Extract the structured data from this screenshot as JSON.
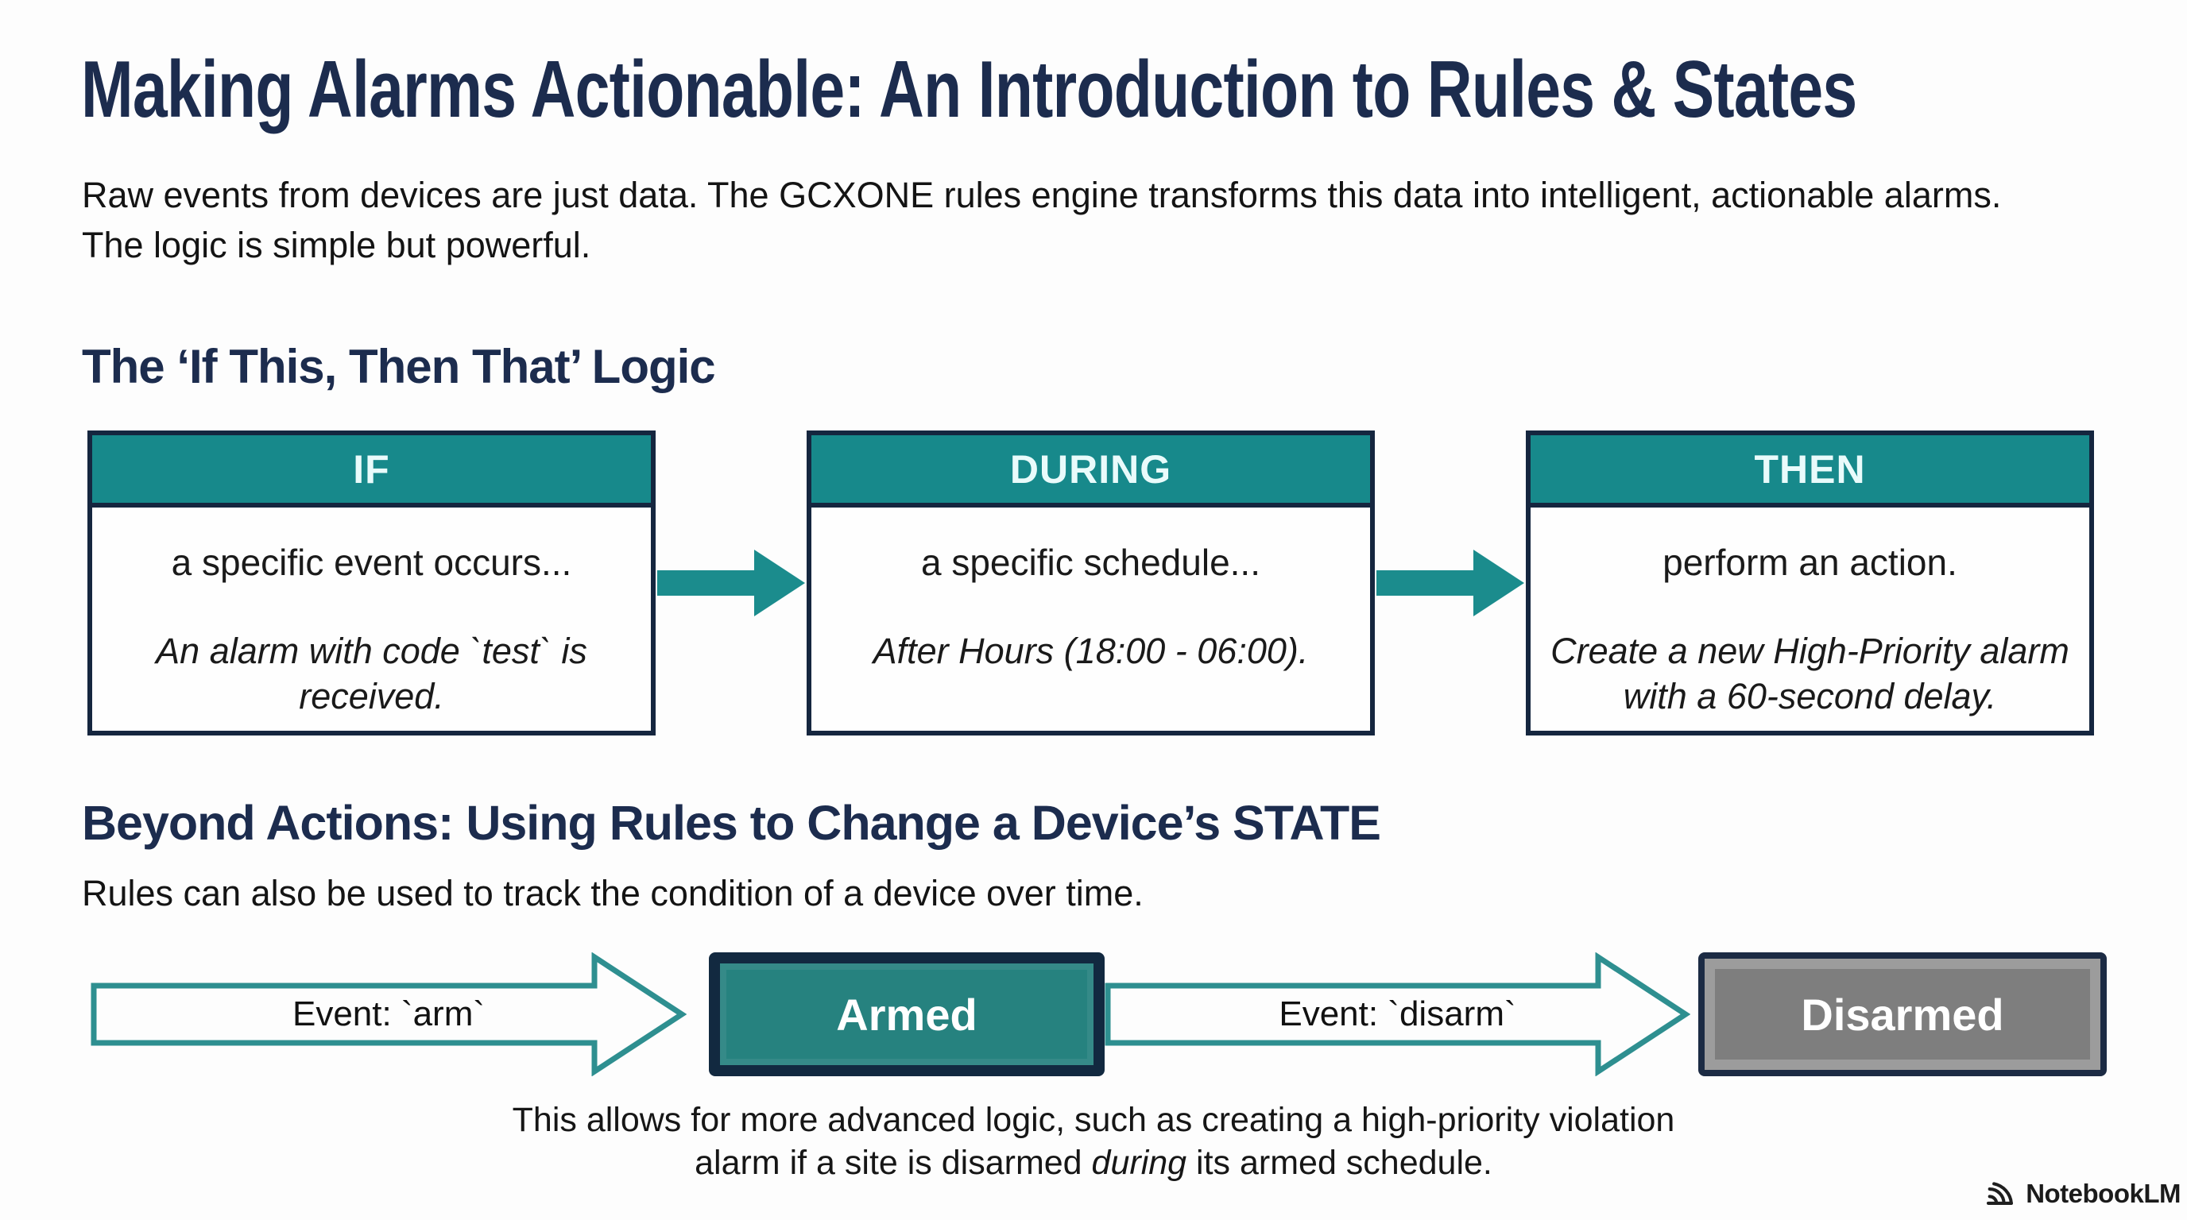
{
  "slide": {
    "title": "Making Alarms Actionable: An Introduction to Rules & States",
    "intro": "Raw events from devices are just data. The GCXONE rules engine transforms this data into intelligent, actionable alarms. The logic is simple but powerful."
  },
  "logic_section": {
    "heading": "The ‘If This, Then That’ Logic",
    "boxes": [
      {
        "header": "IF",
        "summary": "a specific event occurs...",
        "example": "An alarm with code `test` is received."
      },
      {
        "header": "DURING",
        "summary": "a specific schedule...",
        "example": "After Hours (18:00 - 06:00)."
      },
      {
        "header": "THEN",
        "summary": "perform an action.",
        "example": "Create a new High-Priority alarm with a 60-second delay."
      }
    ]
  },
  "state_section": {
    "heading": "Beyond Actions: Using Rules to Change a Device’s STATE",
    "subheading": "Rules can also be used to track the condition of a device over time.",
    "flow": {
      "arm_event_label": "Event: `arm`",
      "armed_state_label": "Armed",
      "disarm_event_label": "Event: `disarm`",
      "disarmed_state_label": "Disarmed"
    },
    "caption": {
      "line1": "This allows for more advanced logic, such as creating a high-priority violation",
      "line2_pre": "alarm if a site is disarmed ",
      "line2_italic": "during",
      "line2_post": " its armed schedule."
    }
  },
  "watermark": {
    "label": "NotebookLM"
  },
  "colors": {
    "teal_header": "#17898b",
    "teal_solid_arrow": "#1b8c8d",
    "teal_arrow_outline": "#2e8f90",
    "armed_fill": "#26827f",
    "navy_border": "#15263f",
    "navy_heading": "#1c2c4e",
    "disarmed_fill": "#7e7e7e",
    "disarmed_ring": "#9c9c9c",
    "body_text": "#161616"
  }
}
